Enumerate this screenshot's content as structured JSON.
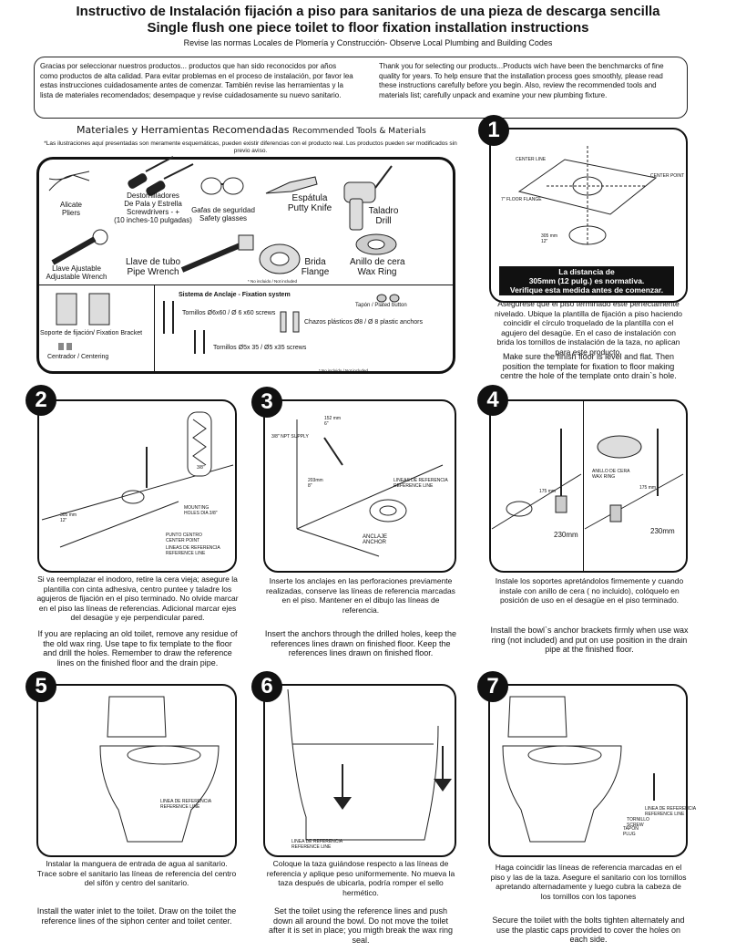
{
  "header": {
    "title_es": "Instructivo de Instalación fijación a piso para sanitarios de una pieza de descarga sencilla",
    "title_en": "Single flush one piece toilet to floor fixation installation instructions",
    "subtitle": "Revise las normas Locales de Plomería y Construcción- Observe Local Plumbing and Building Codes"
  },
  "intro": {
    "es": "Gracias por seleccionar nuestros productos... productos que han sido reconocidos por años como productos de alta calidad. Para evitar problemas en el proceso de instalación, por favor lea estas instrucciones cuidadosamente antes de comenzar. También revise las herramientas y la lista de materiales recomendados; desempaque y revise cuidadosamente su nuevo sanitario.",
    "en": "Thank you for selecting our products...Products wich have been the benchmarcks of fine quality for years. To help ensure that the installation process goes smoothly, please read these instructions carefully before you begin. Also, review the recommended tools and materials list; carefully unpack and examine your new plumbing fixture."
  },
  "materials": {
    "title_es": "Materiales y Herramientas Recomendadas",
    "title_en": "Recommended Tools & Materials",
    "note": "*Las ilustraciones aquí presentadas son meramente esquemáticas, pueden existir diferencias con el producto real. Los productos pueden ser modificados sin previo aviso.",
    "tools": {
      "pliers": "Alicate\nPliers",
      "screwdrivers": "Destornilladores\nDe Pala y Estrella\nScrewdrivers - +\n(10 inches-10 pulgadas)",
      "glasses": "Gafas de seguridad\nSafety glasses",
      "putty": "Espátula\nPutty Knife",
      "drill": "Taladro\nDrill",
      "wrench": "Llave Ajustable\nAdjustable Wrench",
      "pipe_wrench": "Llave de tubo\nPipe Wrench",
      "flange": "Brida\nFlange",
      "wax": "Anillo de cera\nWax Ring",
      "not_included": "* No incluido / Not included"
    },
    "fixation_title": "Sistema de Anclaje - Fixation system",
    "screws_6": "Tornillos Ø6x60 / Ø 6 x60 screws",
    "screws_5": "Tornillos Ø5x 35 / Ø5 x35 screws",
    "anchors": "Chazos plásticos Ø8 / Ø 8 plastic anchors",
    "cap": "Tapón / Plated button",
    "bracket": "Soporte de fijación/ Fixation Bracket",
    "centering": "Centrador / Centering",
    "not_included": "* No incluido / Not included"
  },
  "step1": {
    "num": "1",
    "center_line": "CENTER LINE",
    "center_point": "CENTER POINT",
    "floor_flange": "7\" FLOOR FLANGE",
    "dim": "305 mm\n12\"",
    "bar": "La distancia de\n305mm (12 pulg.) es normativa.\nVerifique esta medida antes de comenzar.",
    "text_es": "Asegúrese que el piso terminado este perfectamente nivelado. Ubique la plantilla de fijación a piso haciendo coincidir el círculo troquelado de la plantilla con el agujero del desagüe. En el caso de instalación con brida los tornillos de instalación de la taza, no aplican para este producto.",
    "text_en": "Make sure the finish floor is level and flat. Then position the template for fixation to floor making centre the hole of the template onto drain`s hole."
  },
  "step2": {
    "num": "2",
    "dim": "305 mm\n12\"",
    "drill_size": "3/8\"",
    "mounting": "MOUNTING\nHOLES DIA 3/8\"",
    "center": "PUNTO CENTRO\nCENTER POINT",
    "ref": "LINEAS DE REFERENCIA\nREFERENCE LINE",
    "text_es": "Si va reemplazar el inodoro, retire la cera vieja; asegure la plantilla con cinta adhesiva, centro puntee y taladre los agujeros de fijación en el piso terminado. No olvide marcar en el piso las líneas de referencias. Adicional marcar ejes del desagüe y eje perpendicular pared.",
    "text_en": "If you are replacing an old toilet, remove any residue of the old wax ring. Use tape to fix template to the floor and drill the holes. Remember to draw the reference lines on the finished floor and the drain pipe."
  },
  "step3": {
    "num": "3",
    "npt": "3/8\" NPT SUPPLY",
    "dim_top": "152 mm\n6\"",
    "dim_side": "203mm\n8\"",
    "ref": "LINEAS DE REFERENCIA\nREFERENCE LINE",
    "anchor": "ANCLAJE\nANCHOR",
    "text_es": "Inserte los anclajes en las perforaciones previamente realizadas, conserve las líneas de referencia marcadas en el piso. Mantener en el dibujo las líneas de referencia.",
    "text_en": "Insert the anchors through the drilled holes, keep the references lines drawn on finished floor. Keep the references lines drawn on finished floor."
  },
  "step4": {
    "num": "4",
    "wax": "ANILLO DE CERA\nWAX RING",
    "dim_small": "175 mm",
    "dim_large": "230mm",
    "text_es": "Instale los soportes apretándolos firmemente y cuando instale con anillo de cera ( no incluido), colóquelo en posición de uso en el desagüe en el piso terminado.",
    "text_en": "Install the bowl`s anchor brackets firmly when use wax ring (not included) and put on use position in the drain pipe at the finished floor."
  },
  "step5": {
    "num": "5",
    "ref": "LINEA DE REFERENCIA\nREFERENCE LINE",
    "text_es": "Instalar la manguera de entrada de agua al sanitario. Trace sobre el sanitario las líneas de referencia del centro del sifón y centro del sanitario.",
    "text_en": "Install the water inlet to the toilet. Draw on the toilet the reference lines of the siphon center and toilet center."
  },
  "step6": {
    "num": "6",
    "ref": "LINEA DE REFERENCIA\nREFERENCE LINE",
    "text_es": "Coloque la taza guiándose respecto a las líneas de referencia y aplique peso uniformemente. No mueva la taza después de ubicarla, podría romper el sello hermético.",
    "text_en": "Set the toilet using the reference lines and push down all around the bowl. Do not move the toilet after it is set in place; you migth break the wax ring seal."
  },
  "step7": {
    "num": "7",
    "ref": "LINEA DE REFERENCIA\nREFERENCE LINE",
    "screw": "TORNILLO\nSCREW",
    "plug": "TAPÓN\nPLUG",
    "text_es": "Haga coincidir las líneas de referencia marcadas en el piso y las de la taza. Asegure el sanitario con los tornillos apretando alternadamente y luego cubra la cabeza de los tornillos con los tapones",
    "text_en": "Secure the toilet with the bolts tighten alternately and use the plastic caps provided to cover the holes on each side."
  }
}
